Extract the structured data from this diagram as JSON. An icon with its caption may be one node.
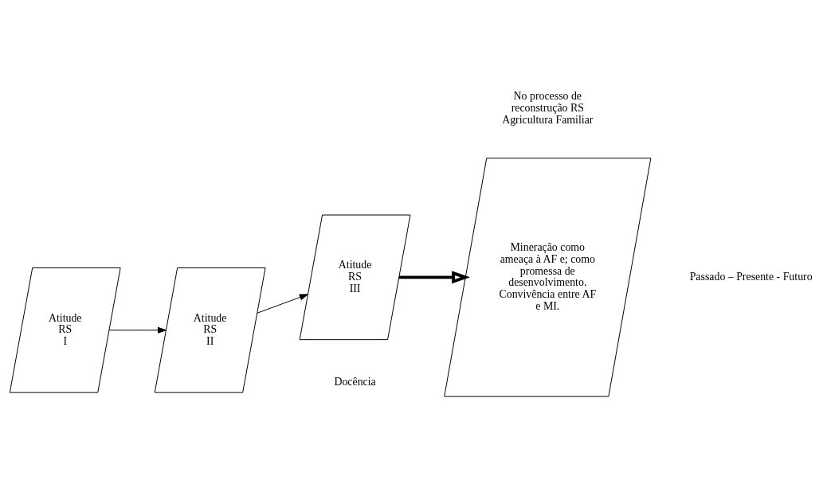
{
  "diagram": {
    "nodes": [
      {
        "text": [
          "Atitude RS I"
        ]
      },
      {
        "text": [
          "Atitude RS II"
        ]
      },
      {
        "text": [
          "Atitude RS III"
        ]
      },
      {
        "text": [
          "No processo de reconstrução RS Agricultura Familiar",
          "Mineração como ameaça à AF e; como promessa de desenvolvimento. Convivência entre AF e MI."
        ]
      }
    ],
    "edges": [
      {
        "from": 0,
        "to": 1,
        "arrow": "to"
      },
      {
        "from": 1,
        "to": 2,
        "arrow": "to"
      },
      {
        "from": 2,
        "to": 3,
        "arrow": "to",
        "style": "thick"
      }
    ],
    "labels": [
      "Docência",
      "Passado – Presente - Futuro"
    ]
  }
}
